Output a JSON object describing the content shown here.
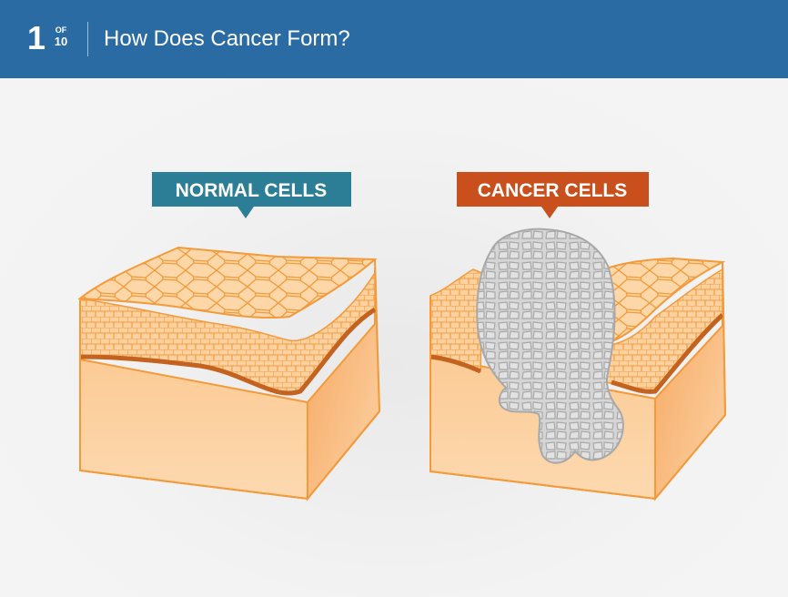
{
  "header": {
    "slide_number": "1",
    "of_label": "OF",
    "total": "10",
    "title": "How Does Cancer Form?"
  },
  "labels": {
    "normal": "NORMAL CELLS",
    "cancer": "CANCER CELLS"
  },
  "colors": {
    "header_bg": "#2a6ba3",
    "normal_label": "#2b7e95",
    "cancer_label": "#c9501c",
    "skin_fill": "#fbd2a3",
    "cell_outline": "#f39a3b",
    "cancer_cells": "#c8c8c8"
  }
}
